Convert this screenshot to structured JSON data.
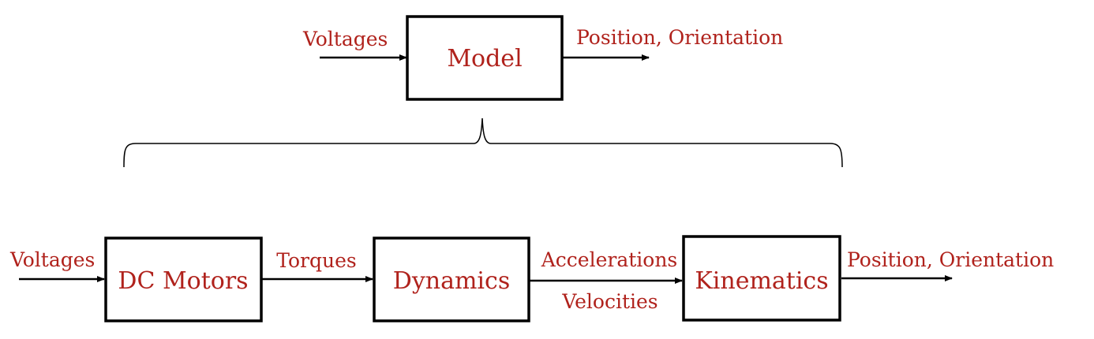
{
  "top": {
    "model_label": "Model",
    "input_label": "Voltages",
    "output_label": "Position, Orientation"
  },
  "bottom": {
    "input_label": "Voltages",
    "blocks": [
      "DC Motors",
      "Dynamics",
      "Kinematics"
    ],
    "signals": {
      "motors_to_dynamics": "Torques",
      "dynamics_to_kinematics_top": "Accelerations",
      "dynamics_to_kinematics_bottom": "Velocities",
      "output": "Position, Orientation"
    }
  },
  "colors": {
    "label_text": "#b0221c",
    "box_stroke": "#000000",
    "background": "#ffffff"
  }
}
